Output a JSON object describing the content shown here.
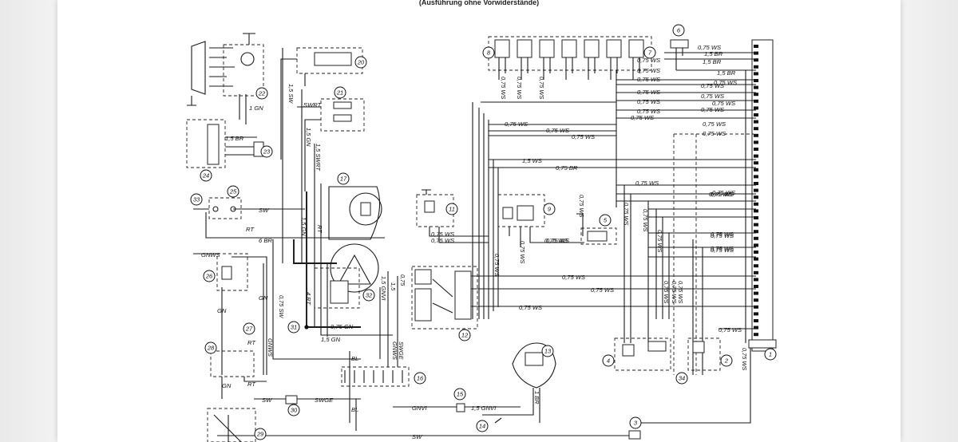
{
  "caption": "(Ausführung ohne Vorwiderstände)",
  "components": [
    "1",
    "2",
    "3",
    "4",
    "5",
    "6",
    "7",
    "8",
    "9",
    "11",
    "12",
    "13",
    "14",
    "15",
    "16",
    "17",
    "20",
    "21",
    "22",
    "23",
    "24",
    "25",
    "26",
    "27",
    "28",
    "29",
    "30",
    "31",
    "32",
    "33",
    "34"
  ],
  "connector_labels": [
    "0,75 WS",
    "1,5 BR",
    "1,5 BR",
    "1,5 BR",
    "0,75 WS",
    "0,75 WS",
    "0,75 WS",
    "0,75 WS",
    "0,75 WS",
    "0,75 WS",
    "0,75 WS",
    "0,75 WS",
    "0,75 WS",
    "0,75 WS",
    "0,75 WS"
  ],
  "wire_labels": {
    "w_15sw": "1,5 SW",
    "w_1gn": "1 GN",
    "w_15gn_a": "1,5 GN",
    "w_15swrt": "1,5 SWRT",
    "w_swrt": "SWRT",
    "w_15br": "1,5 BR",
    "w_sw_25": "SW",
    "w_rt_25": "RT",
    "w_6br": "6 BR",
    "w_gnws": "GNWS",
    "w_15gn_b": "1,5 GN",
    "w_rt_17": "RT",
    "w_4rt": "4 RT",
    "w_075sw": "0,75 SW",
    "w_gn_a": "GN",
    "w_gn_b": "GN",
    "w_gnws_b": "GNWS",
    "w_rt_27": "RT",
    "w_rt_28": "RT",
    "w_gn_28": "GN",
    "w_075gn": "0,75 GN",
    "w_15gn_c": "1,5 GN",
    "w_15gnvi": "1,5 GNVI",
    "w_swge": "SWGE",
    "w_gnws_c": "GNWS",
    "w_bl": "BL",
    "w_bl_b": "BL",
    "w_sw_30": "SW",
    "w_swge_30": "SWGE",
    "w_gnvi": "GNVI",
    "w_15gnvi_b": "1,5 GNVI",
    "w_1br": "1 BR",
    "w_sw_bottom": "SW",
    "w_15ws": "1,5 WS",
    "w_075br": "0,75 BR",
    "w_075ws_list": [
      "0,75 WS",
      "0,75 WS",
      "0,75 WS",
      "0,75 WS",
      "0,75 WS",
      "0,75 WS",
      "0,75 WS",
      "0,75 WS",
      "0,75 WS",
      "0,75 WS",
      "0,75 WS",
      "0,75 WS",
      "0,75 WS",
      "0,75 WS",
      "0,75 WS",
      "0,75 WS",
      "0,75 WS",
      "0,75 WS",
      "0,75 WS",
      "0,75 WS",
      "0,75 WS",
      "0,75 WS"
    ],
    "w_075ws_vertical": [
      "0,75 WS",
      "0,75 WS",
      "0,75 WS",
      "0,75 WS",
      "0,75 WS",
      "0,75 WS",
      "0,75 WS",
      "0,75 WS",
      "0,75 WS",
      "0,75 WS",
      "0,75 WS",
      "0,75 WS",
      "0,75 WS"
    ],
    "w_15_vert": "1,5",
    "w_075_vert": "0,75"
  },
  "colors": {
    "ink": "#1a1a1a",
    "paper": "#ffffff",
    "backdrop": "#efefef"
  }
}
